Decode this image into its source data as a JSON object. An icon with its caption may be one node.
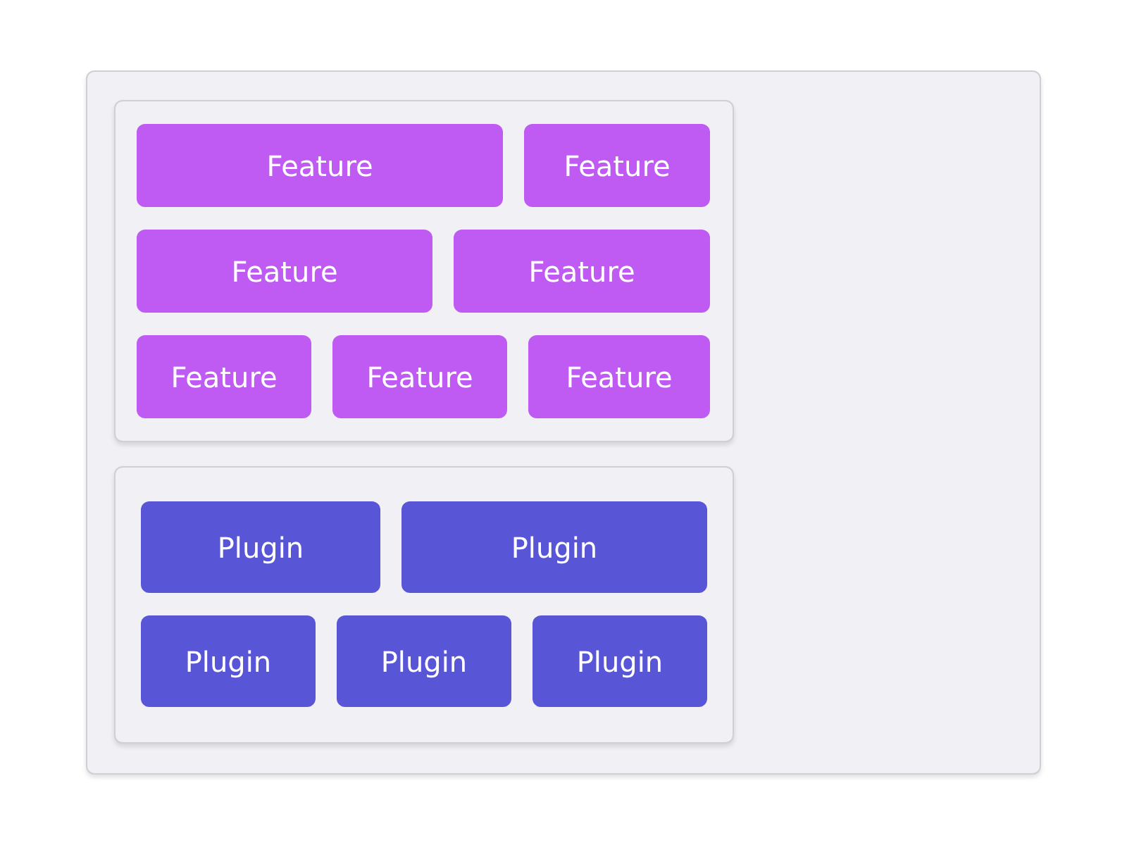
{
  "diagram": {
    "nodes": [
      {
        "text": [],
        "shape": "box"
      },
      {
        "text": [],
        "shape": "box",
        "in": 0
      },
      {
        "text": [
          "Feature"
        ],
        "in": 1
      },
      {
        "text": [
          "Feature"
        ],
        "in": 1
      },
      {
        "text": [
          "Feature"
        ],
        "in": 1
      },
      {
        "text": [
          "Feature"
        ],
        "in": 1
      },
      {
        "text": [
          "Feature"
        ],
        "in": 1
      },
      {
        "text": [
          "Feature"
        ],
        "in": 1
      },
      {
        "text": [
          "Feature"
        ],
        "in": 1
      },
      {
        "text": [],
        "shape": "box",
        "in": 0
      },
      {
        "text": [
          "Plugin"
        ],
        "in": 9
      },
      {
        "text": [
          "Plugin"
        ],
        "in": 9
      },
      {
        "text": [
          "Plugin"
        ],
        "in": 9
      },
      {
        "text": [
          "Plugin"
        ],
        "in": 9
      },
      {
        "text": [
          "Plugin"
        ],
        "in": 9
      }
    ]
  }
}
